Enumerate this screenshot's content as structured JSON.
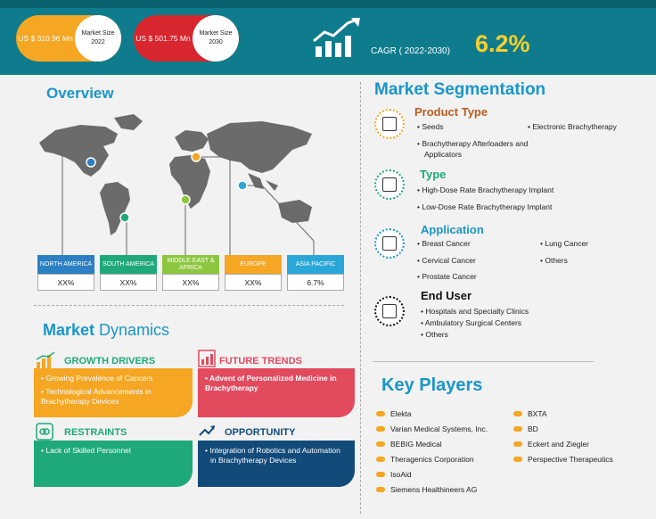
{
  "header": {
    "pill1": {
      "value": "US $ 310.96 Mn",
      "label": "Market Size 2022"
    },
    "pill2": {
      "value": "US $ 501.75 Mn",
      "label": "Market Size 2030"
    },
    "cagr_label": "CAGR ( 2022-2030)",
    "cagr_value": "6.2%"
  },
  "overview": {
    "title": "Overview",
    "regions": [
      {
        "name": "NORTH AMERICA",
        "value": "XX%",
        "color": "#2b7fc3"
      },
      {
        "name": "SOUTH AMERICA",
        "value": "XX%",
        "color": "#1fa97a"
      },
      {
        "name": "MIDDLE EAST & AFRICA",
        "value": "XX%",
        "color": "#8dc63f"
      },
      {
        "name": "EUROPE",
        "value": "XX%",
        "color": "#f5a623"
      },
      {
        "name": "ASIA PACIFIC",
        "value": "6.7%",
        "color": "#2aa7d9"
      }
    ]
  },
  "dynamics": {
    "title_a": "Market",
    "title_b": "Dynamics",
    "drivers": {
      "title": "GROWTH DRIVERS",
      "items": [
        "Growing Prevalence of Cancers",
        "Technological Advancements in Brachytherapy Devices"
      ],
      "color": "#f5a623"
    },
    "trends": {
      "title": "FUTURE TRENDS",
      "items": [
        "Advent of Personalized Medicine in Brachytherapy"
      ],
      "color": "#e24a5e"
    },
    "restraints": {
      "title": "RESTRAINTS",
      "items": [
        "Lack of Skilled Personnel"
      ],
      "color": "#1fa97a"
    },
    "opportunity": {
      "title": "OPPORTUNITY",
      "items": [
        "Integration of Robotics and Automation in Brachytherapy Devices"
      ],
      "color": "#124a7a"
    }
  },
  "segmentation": {
    "title": "Market Segmentation",
    "product": {
      "title": "Product Type",
      "color": "#b85c1e",
      "items": [
        "Seeds",
        "Electronic Brachytherapy",
        "Brachytherapy Afterloaders and Applicators"
      ]
    },
    "type": {
      "title": "Type",
      "color": "#1fa97a",
      "items": [
        "High-Dose Rate Brachytherapy Implant",
        "Low-Dose Rate  Brachytherapy Implant"
      ]
    },
    "application": {
      "title": "Application",
      "color": "#1a96c8",
      "items": [
        "Breast Cancer",
        "Lung Cancer",
        "Cervical Cancer",
        "Others",
        "Prostate Cancer"
      ]
    },
    "enduser": {
      "title": "End User",
      "color": "#111111",
      "items": [
        "Hospitals and Specialty Clinics",
        "Ambulatory Surgical Centers",
        "Others"
      ]
    }
  },
  "keyplayers": {
    "title": "Key Players",
    "left": [
      "Elekta",
      "Varian Medical Systems, Inc.",
      "BEBIG Medical",
      "Theragenics Corporation",
      "IsoAid",
      "Siemens Healthineers AG"
    ],
    "right": [
      "BXTA",
      "BD",
      "Eckert and Ziegler",
      "Perspective Therapeutics"
    ]
  }
}
